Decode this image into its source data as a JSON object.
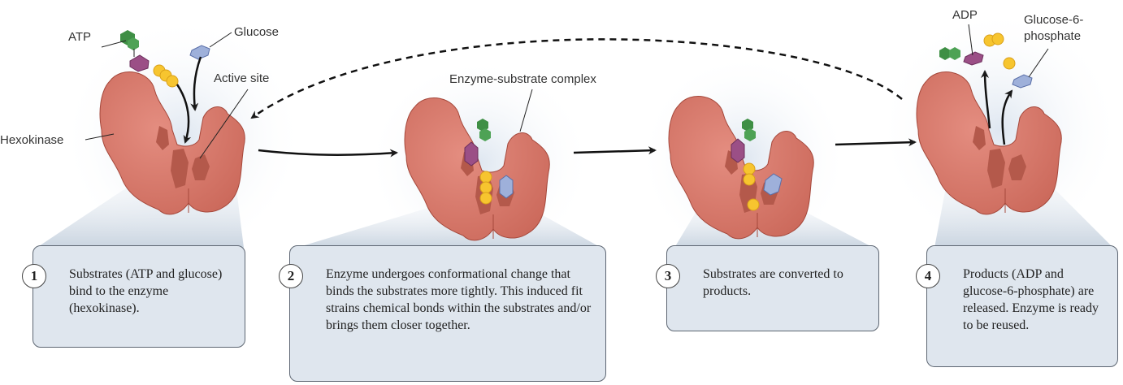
{
  "labels": {
    "atp": "ATP",
    "glucose": "Glucose",
    "active_site": "Active site",
    "hexokinase": "Hexokinase",
    "complex": "Enzyme-substrate complex",
    "adp": "ADP",
    "g6p_line1": "Glucose-6-",
    "g6p_line2": "phosphate"
  },
  "steps": [
    {
      "number": "1",
      "text": "Substrates (ATP and glucose) bind to the enzyme (hexokinase)."
    },
    {
      "number": "2",
      "text": "Enzyme undergoes conformational change that binds the substrates more tightly. This induced fit strains chemical bonds within the substrates and/or brings them closer together."
    },
    {
      "number": "3",
      "text": "Substrates are converted to products."
    },
    {
      "number": "4",
      "text": "Products (ADP and glucose-6-phosphate) are released. Enzyme is ready to be reused."
    }
  ],
  "colors": {
    "enzyme": "#d9786a",
    "enzyme_dark": "#b4594b",
    "box": "#dfe6ee",
    "phosphate": "#f7c52f",
    "adenine": "#3f8f45",
    "ribose": "#9b4f86",
    "glucose": "#9eb0da"
  }
}
